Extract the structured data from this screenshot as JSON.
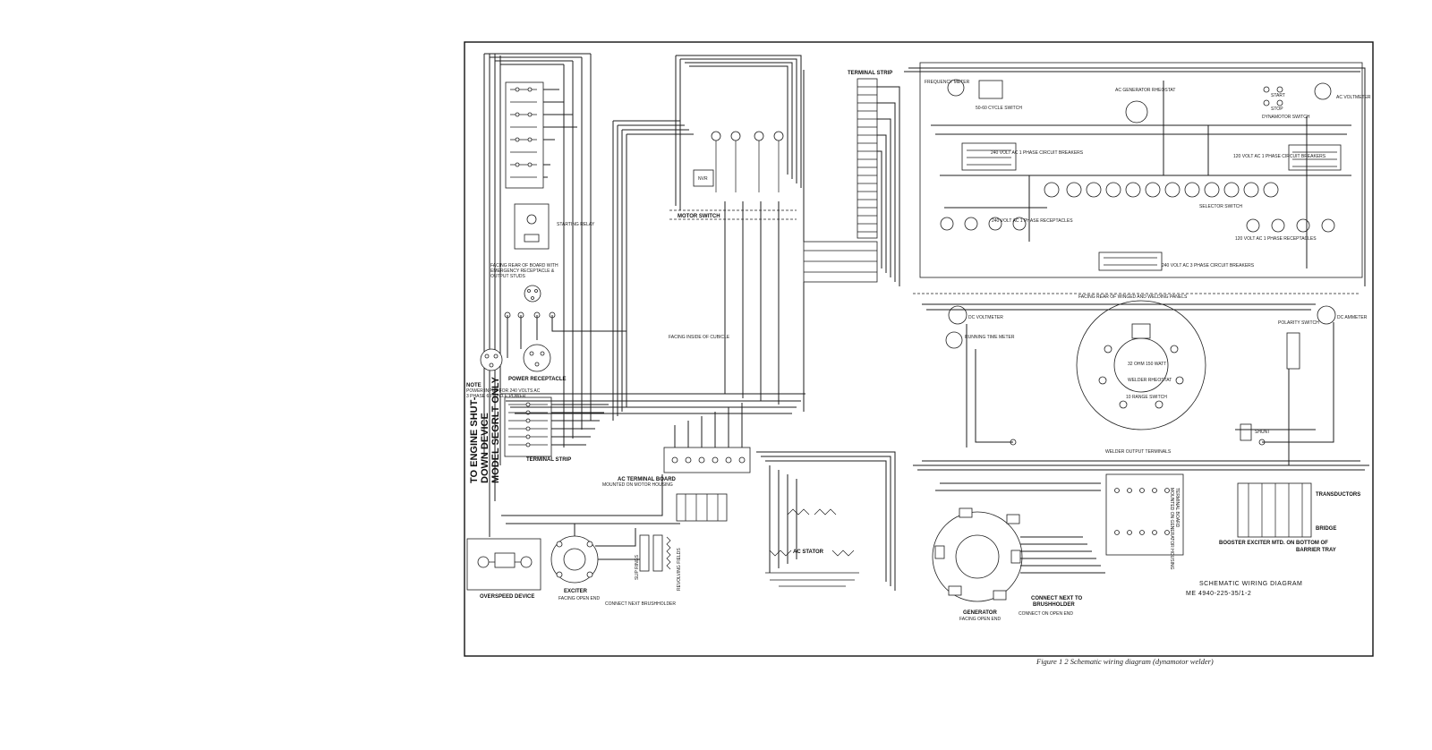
{
  "side_note": {
    "line1": "TO ENGINE SHUT-",
    "line2": "DOWN DEVICE",
    "line3": "MODEL SEGRLT ONLY"
  },
  "note": {
    "l1": "NOTE",
    "l2": "POWER INPUT FOR 240 VOLTS AC",
    "l3": "3 PHASE 60 CYCLE POWER"
  },
  "labels": {
    "starting_relay": "STARTING RELAY",
    "facing_rear_board": "FACING REAR OF BOARD WITH",
    "facing_rear_board2": "EMERGENCY RECEPTACLE &",
    "facing_rear_board3": "OUTPUT STUDS",
    "power_receptacle": "POWER RECEPTACLE",
    "terminal_strip_left": "TERMINAL STRIP",
    "facing_inside_cubicle": "FACING INSIDE OF CUBICLE",
    "motor_switch": "MOTOR SWITCH",
    "terminal_strip_top": "TERMINAL STRIP",
    "nvr": "NVR",
    "frequency_meter": "FREQUENCY METER",
    "cycle_switch": "50-60 CYCLE SWITCH",
    "ac_gen_rheostat": "AC GENERATOR RHEOSTAT",
    "start": "START",
    "stop": "STOP",
    "dynamotor_switch": "DYNAMOTOR SWITCH",
    "ac_voltmeter": "AC VOLTMETER",
    "cb_240_1ph": "240 VOLT AC 1 PHASE CIRCUIT BREAKERS",
    "cb_120_1ph": "120 VOLT AC 1 PHASE CIRCUIT BREAKERS",
    "selector_switch": "SELECTOR SWITCH",
    "rec_240": "240 VOLT AC 1 PHASE RECEPTACLES",
    "rec_120": "120 VOLT AC 1 PHASE RECEPTACLES",
    "cb_240_3ph": "240 VOLT AC 3 PHASE CIRCUIT BREAKERS",
    "facing_rear_panels": "FACING REAR OF WINGED AND WELDING PANELS",
    "dc_voltmeter": "DC VOLTMETER",
    "running_time": "RUNNING TIME METER",
    "welder_rheostat": "WELDER RHEOSTAT",
    "ohm_watt": "32 OHM 150 WATT",
    "range_switch": "10 RANGE SWITCH",
    "polarity_switch": "POLARITY SWITCH",
    "dc_ammeter": "DC AMMETER",
    "shunt": "SHUNT",
    "welder_output": "WELDER OUTPUT TERMINALS",
    "ac_terminal_board": "AC TERMINAL BOARD",
    "ac_terminal_board2": "MOUNTED ON MOTOR HOUSING",
    "ac_stator": "AC STATOR",
    "overspeed": "OVERSPEED DEVICE",
    "exciter": "EXCITER",
    "exciter2": "FACING OPEN END",
    "connect_brush": "CONNECT NEXT BRUSHHOLDER",
    "slip_rings": "SLIP RINGS",
    "revolving_fields": "REVOLVING FIELDS",
    "generator": "GENERATOR",
    "generator2": "FACING OPEN END",
    "connect_next_to": "CONNECT NEXT TO",
    "brushholder": "BRUSHHOLDER",
    "connect_open_end": "CONNECT ON OPEN END",
    "terminal_board_gen": "TERMINAL BOARD",
    "terminal_board_gen2": "MOUNTED ON GENERATOR HOUSING",
    "transductors": "TRANSDUCTORS",
    "bridge": "BRIDGE",
    "booster": "BOOSTER EXCITER MTD. ON BOTTOM OF",
    "booster2": "BARRIER TRAY",
    "schematic1": "SCHEMATIC WIRING DIAGRAM",
    "schematic2": "ME 4940-225-35/1-2"
  },
  "caption": "Figure 1 2 Schematic wiring diagram (dynamotor welder)"
}
